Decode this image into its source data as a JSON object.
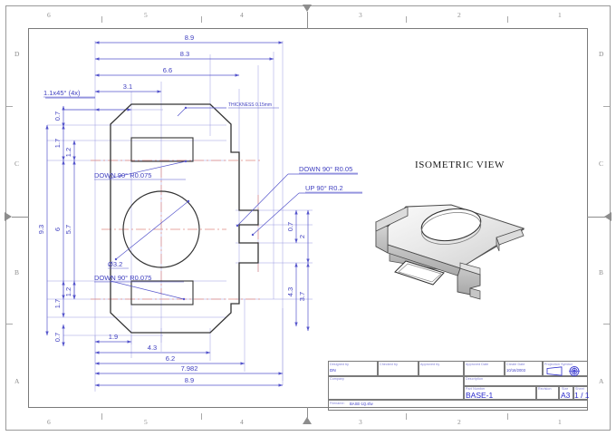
{
  "sheet": {
    "size_label": "A3",
    "zones_top": [
      "6",
      "5",
      "4",
      "3",
      "2",
      "1"
    ],
    "zones_bottom": [
      "6",
      "5",
      "4",
      "3",
      "2",
      "1"
    ],
    "zones_left": [
      "D",
      "C",
      "B",
      "A"
    ],
    "zones_right": [
      "D",
      "C",
      "B",
      "A"
    ]
  },
  "views": {
    "isometric_title": "ISOMETRIC VIEW"
  },
  "annotations": {
    "thickness": "THICKNESS 0.15mm",
    "chamfer": "1.1x45° (4x)",
    "bend_down_top": "DOWN 90° R0.075",
    "bend_down_bottom": "DOWN 90° R0.075",
    "bend_down_right": "DOWN 90° R0.05",
    "bend_up_right": "UP 90° R0.2",
    "hole_dia": "Ø3.2"
  },
  "dimensions": {
    "top": [
      "8.9",
      "8.3",
      "6.6",
      "3.1"
    ],
    "bottom": [
      "1.9",
      "4.3",
      "6.2",
      "7.982",
      "8.9"
    ],
    "bottom_small": "0.7",
    "left": [
      "0.7",
      "1.7",
      "1.2",
      "9.3",
      "6",
      "5.7",
      "1.2",
      "1.7",
      "0.7"
    ],
    "left_top_07": "0.7",
    "left_17a": "1.7",
    "left_12a": "1.2",
    "left_93": "9.3",
    "left_6": "6",
    "left_57": "5.7",
    "left_12b": "1.2",
    "left_17b": "1.7",
    "right_07": "0.7",
    "right_2": "2",
    "right_43": "4.3",
    "right_37": "3.7"
  },
  "title_block": {
    "designed_by_label": "Designed by",
    "designed_by_value": "DN",
    "checked_by_label": "Checked by",
    "checked_by_value": "",
    "approved_by_label": "Approved by",
    "approved_by_value": "",
    "approved_date_label": "Approved Date",
    "approved_date_value": "",
    "create_date_label": "Create Date",
    "create_date_value": "10/16/2003",
    "projection_symbol_label": "Projection Symbol",
    "company_label": "Company",
    "company_value": "",
    "description_label": "Description",
    "description_value": "",
    "part_number_label": "Part Number",
    "part_number_value": "BASE-1",
    "revision_label": "Revision",
    "revision_value": "",
    "size_label": "Size",
    "size_value": "A3",
    "sheet_label": "Sheet",
    "sheet_value": "1 / 1",
    "filename_label": "Filename:",
    "filename_value": "BASE-1Q.sfw"
  },
  "colors": {
    "dim_blue": "#5555cc",
    "geometry": "#333333",
    "centerline_red": "#d4706a",
    "frame_grey": "#8d8d8d",
    "title_blue": "#2b2bcc"
  }
}
